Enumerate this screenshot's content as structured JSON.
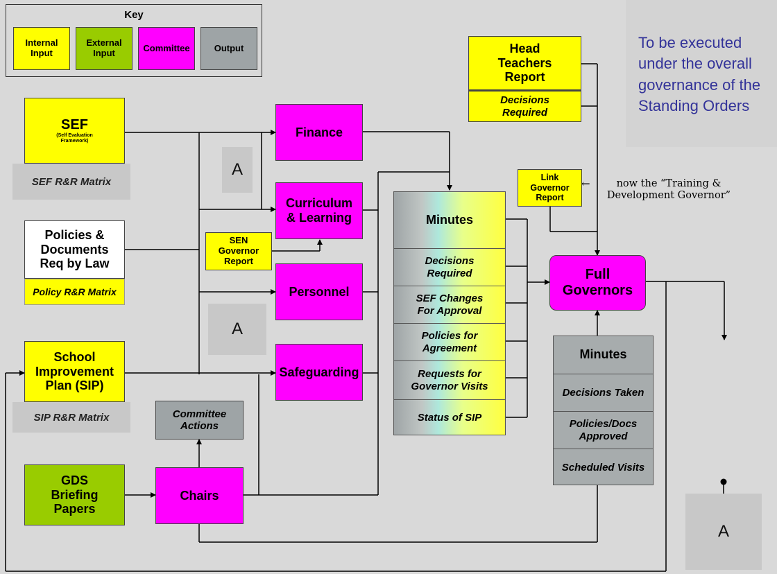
{
  "key": {
    "title": "Key",
    "internal": "Internal Input",
    "external": "External Input",
    "committee": "Committee",
    "output": "Output"
  },
  "inputs": {
    "sef_title": "SEF",
    "sef_sub": "(Self Evaluation Framework)",
    "sef_matrix": "SEF R&R Matrix",
    "policies": "Policies & Documents Req by Law",
    "policy_matrix": "Policy R&R Matrix",
    "sip": "School Improvement Plan (SIP)",
    "sip_matrix": "SIP R&R Matrix",
    "gds": "GDS Briefing Papers",
    "sen": "SEN Governor Report",
    "head_report": "Head Teachers Report",
    "decisions_required": "Decisions Required",
    "link_governor": "Link Governor Report"
  },
  "committees": {
    "finance": "Finance",
    "curriculum": "Curriculum & Learning",
    "personnel": "Personnel",
    "safeguarding": "Safeguarding",
    "chairs": "Chairs"
  },
  "committee_actions": "Committee Actions",
  "connectors": {
    "a": "A"
  },
  "minutes_committee": {
    "header": "Minutes",
    "rows": [
      "Decisions Required",
      "SEF Changes For Approval",
      "Policies for Agreement",
      "Requests for Governor Visits",
      "Status of SIP"
    ]
  },
  "full_governors": "Full Governors",
  "minutes_full": {
    "header": "Minutes",
    "rows": [
      "Decisions Taken",
      "Policies/Docs Approved",
      "Scheduled Visits"
    ]
  },
  "note": "To be executed under the overall governance of the Standing Orders",
  "annotation": "now the “Training & Development Governor”",
  "colors": {
    "internal": "#ffff00",
    "external": "#99cc00",
    "committee": "#ff00ff",
    "output": "#9ea4a6",
    "note_text": "#333399"
  }
}
